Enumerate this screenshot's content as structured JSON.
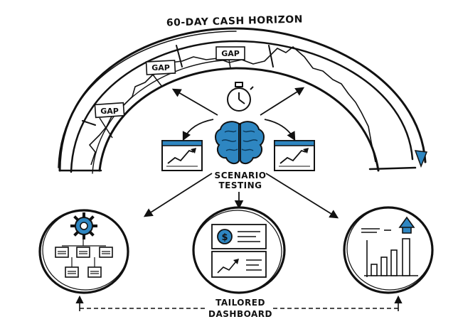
{
  "title": "60-DAY CASH HORIZON",
  "gap_label": "GAP",
  "center": {
    "label_line1": "SCENARIO",
    "label_line2": "TESTING"
  },
  "dashboard": {
    "label_line1": "TAILORED",
    "label_line2": "DASHBOARD"
  },
  "colors": {
    "ink": "#111111",
    "accent": "#2e86c1",
    "accent_light": "#8cc4ea",
    "paper": "#ffffff"
  },
  "icons": {
    "timer": "stopwatch-icon",
    "brain": "brain-icon",
    "gear": "gear-icon",
    "dollar": "dollar-icon",
    "up_arrow": "up-arrow-icon"
  }
}
